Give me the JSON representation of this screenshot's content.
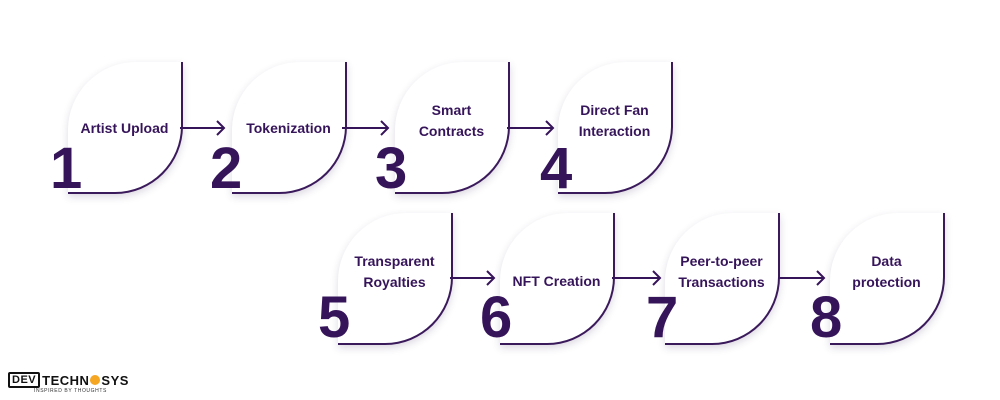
{
  "steps": [
    {
      "number": "1",
      "label": "Artist Upload"
    },
    {
      "number": "2",
      "label": "Tokenization"
    },
    {
      "number": "3",
      "label": "Smart\nContracts"
    },
    {
      "number": "4",
      "label": "Direct Fan\nInteraction"
    },
    {
      "number": "5",
      "label": "Transparent\nRoyalties"
    },
    {
      "number": "6",
      "label": "NFT Creation"
    },
    {
      "number": "7",
      "label": "Peer-to-peer\nTransactions"
    },
    {
      "number": "8",
      "label": "Data\nprotection"
    }
  ],
  "logo": {
    "prefix": "DEV",
    "name_part1": "TECHN",
    "name_part2": "SYS",
    "tagline": "INSPIRED BY THOUGHTS"
  },
  "colors": {
    "primary": "#36145a",
    "accent": "#f5a623"
  }
}
